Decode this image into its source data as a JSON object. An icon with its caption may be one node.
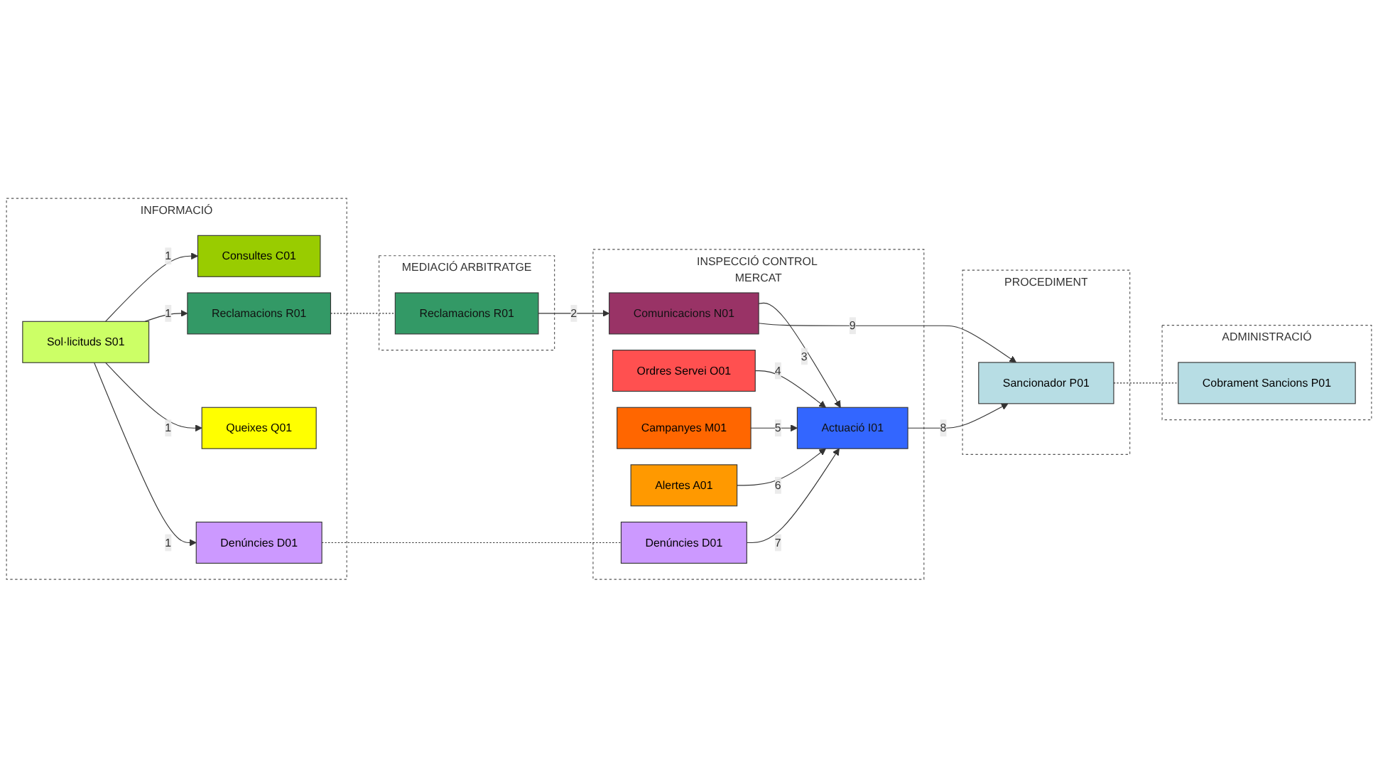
{
  "diagram": {
    "nodes": [
      {
        "text": [
          "INFORMACIÓ"
        ]
      },
      {
        "text": [
          "Consultes C01"
        ],
        "in": 0
      },
      {
        "text": [
          "Reclamacions R01"
        ],
        "in": 0
      },
      {
        "text": [
          "Sol·licituds S01"
        ],
        "in": 0
      },
      {
        "text": [
          "Queixes Q01"
        ],
        "in": 0
      },
      {
        "text": [
          "Denúncies D01"
        ],
        "in": 0
      },
      {
        "text": [
          "MEDIACIÓ ARBITRATGE"
        ]
      },
      {
        "text": [
          "Reclamacions R01"
        ],
        "in": 6
      },
      {
        "text": [
          "INSPECCIÓ CONTROL MERCAT"
        ]
      },
      {
        "text": [
          "Comunicacions N01"
        ],
        "in": 8
      },
      {
        "text": [
          "Ordres Servei O01"
        ],
        "in": 8
      },
      {
        "text": [
          "Campanyes M01"
        ],
        "in": 8
      },
      {
        "text": [
          "Alertes A01"
        ],
        "in": 8
      },
      {
        "text": [
          "Actuació I01"
        ],
        "in": 8
      },
      {
        "text": [
          "Denúncies D01"
        ],
        "in": 8
      },
      {
        "text": [
          "PROCEDIMENT"
        ]
      },
      {
        "text": [
          "Sancionador P01"
        ],
        "in": 15
      },
      {
        "text": [
          "ADMINISTRACIÓ"
        ]
      },
      {
        "text": [
          "Cobrament Sancions P01"
        ],
        "in": 17
      }
    ],
    "edges": [
      {
        "from": 3,
        "to": 1,
        "arrow": "to",
        "label": "1"
      },
      {
        "from": 3,
        "to": 2,
        "arrow": "to",
        "label": "1"
      },
      {
        "from": 3,
        "to": 4,
        "arrow": "to",
        "label": "1"
      },
      {
        "from": 3,
        "to": 5,
        "arrow": "to",
        "label": "1"
      },
      {
        "from": 2,
        "to": 7,
        "arrow": "none",
        "style": "dashed"
      },
      {
        "from": 7,
        "to": 9,
        "arrow": "to",
        "label": "2"
      },
      {
        "from": 9,
        "to": 13,
        "arrow": "to",
        "label": "3"
      },
      {
        "from": 10,
        "to": 13,
        "arrow": "to",
        "label": "4"
      },
      {
        "from": 11,
        "to": 13,
        "arrow": "to",
        "label": "5"
      },
      {
        "from": 12,
        "to": 13,
        "arrow": "to",
        "label": "6"
      },
      {
        "from": 14,
        "to": 13,
        "arrow": "to",
        "label": "7"
      },
      {
        "from": 13,
        "to": 16,
        "arrow": "to",
        "label": "8"
      },
      {
        "from": 9,
        "to": 16,
        "arrow": "to",
        "label": "9"
      },
      {
        "from": 5,
        "to": 14,
        "arrow": "none",
        "style": "dashed"
      },
      {
        "from": 16,
        "to": 18,
        "arrow": "none",
        "style": "dashed"
      }
    ]
  }
}
